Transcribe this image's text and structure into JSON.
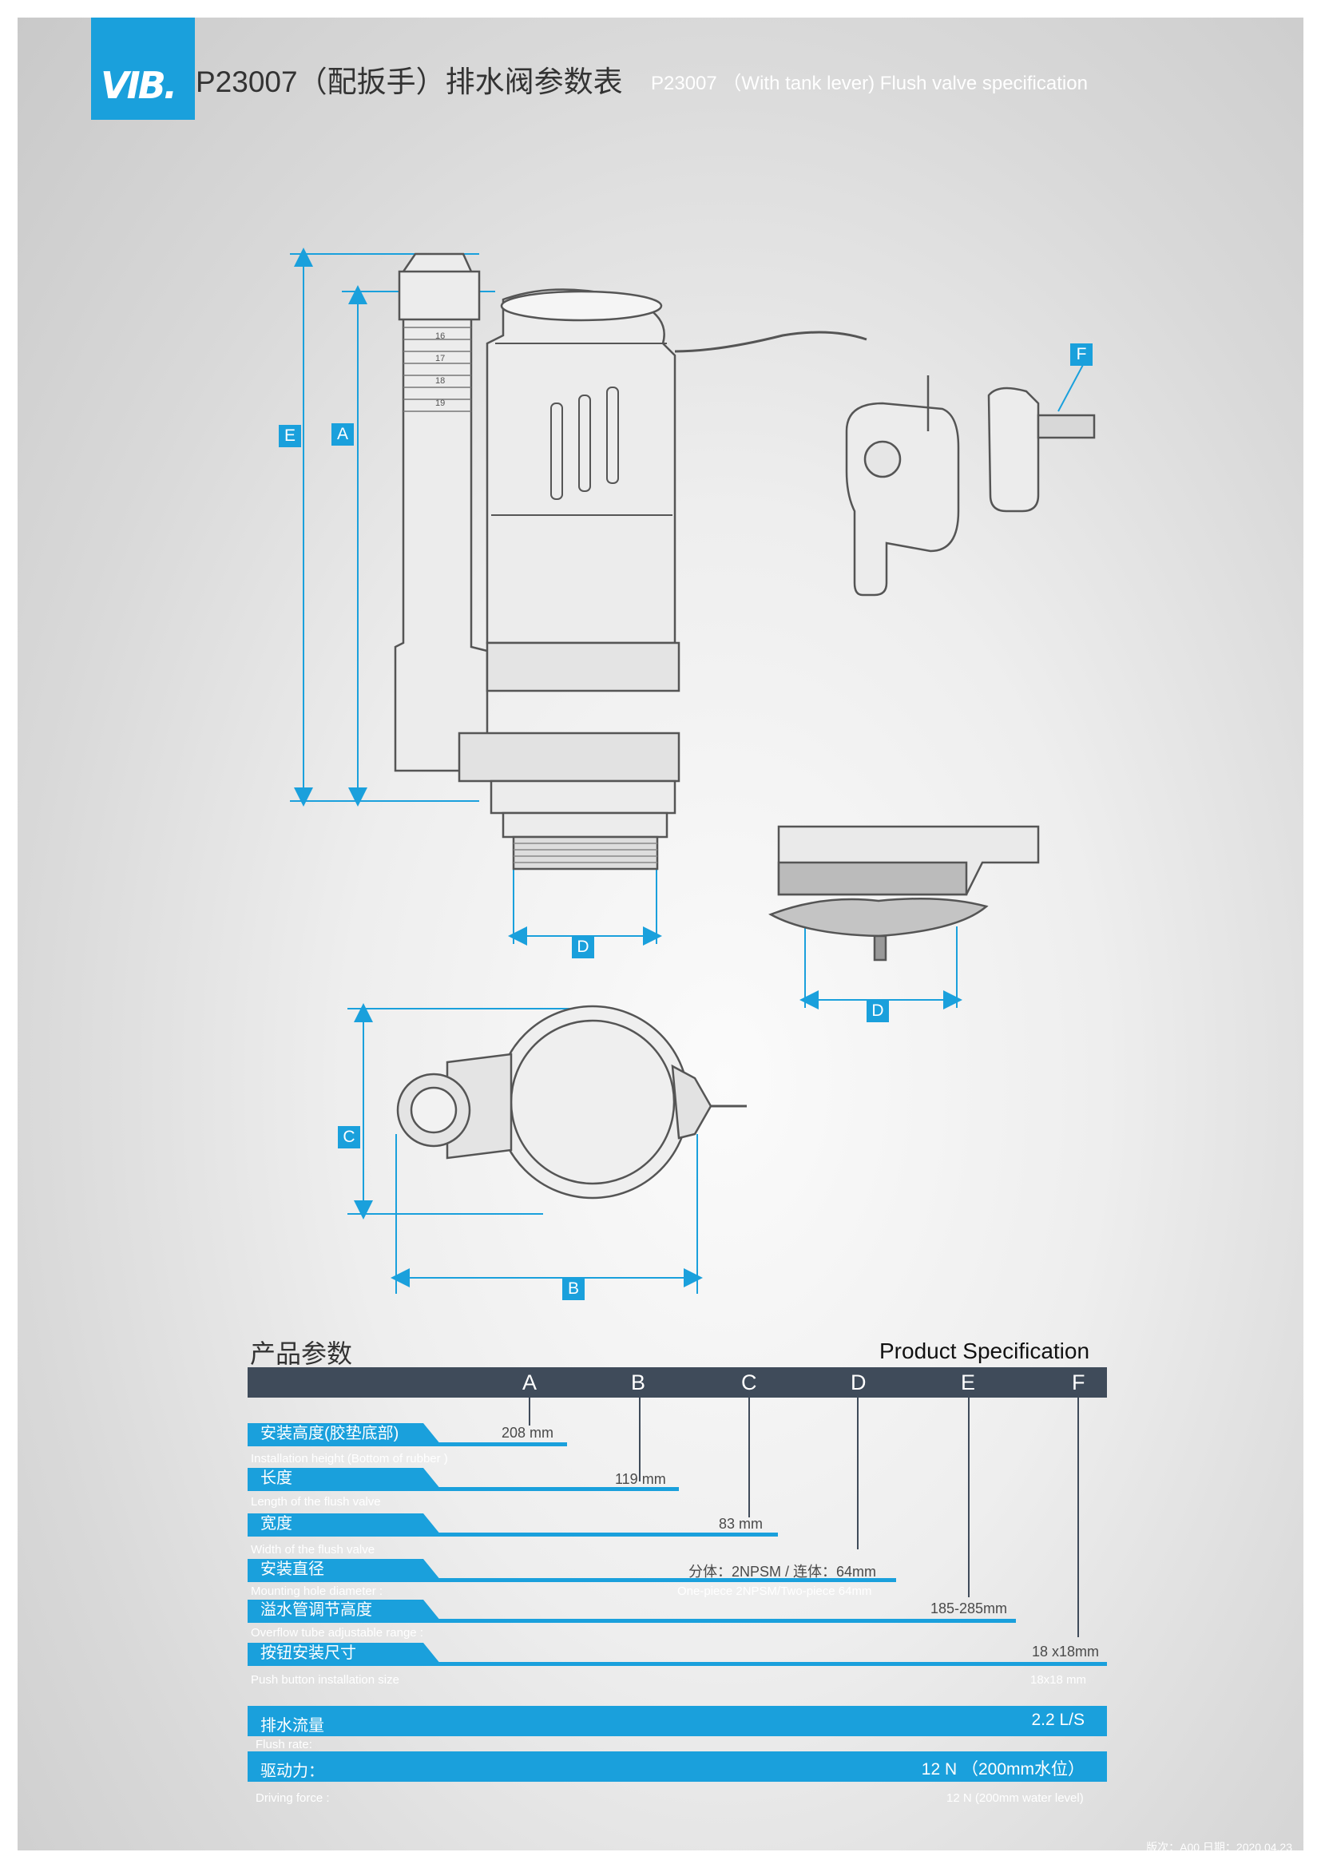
{
  "header": {
    "logo_text": "VIB.",
    "title_cn": "P23007（配扳手）排水阀参数表",
    "title_en": "P23007 （With tank lever) Flush valve specification"
  },
  "figure": {
    "dim_labels": [
      "A",
      "B",
      "C",
      "D",
      "D",
      "E",
      "F"
    ],
    "scale_marks": [
      "16",
      "17",
      "18",
      "19"
    ]
  },
  "spec": {
    "title_cn": "产品参数",
    "title_en": "Product Specification",
    "columns": [
      "A",
      "B",
      "C",
      "D",
      "E",
      "F"
    ],
    "rows": [
      {
        "label_cn": "安装高度(胶垫底部)",
        "label_en": "Installation height (Bottom of rubber )",
        "value": "208 mm",
        "value_sub": ""
      },
      {
        "label_cn": "长度",
        "label_en": "Length of the flush valve",
        "value": "119 mm",
        "value_sub": ""
      },
      {
        "label_cn": "宽度",
        "label_en": "Width of the flush valve",
        "value": "83 mm",
        "value_sub": ""
      },
      {
        "label_cn": "安装直径",
        "label_en": "Mounting hole diameter :",
        "value": "分体：2NPSM / 连体：64mm",
        "value_sub": "One-piece 2NPSM/Two-piece 64mm"
      },
      {
        "label_cn": "溢水管调节高度",
        "label_en": "Overflow tube adjustable range :",
        "value": "185-285mm",
        "value_sub": ""
      },
      {
        "label_cn": "按钮安装尺寸",
        "label_en": "Push button installation size",
        "value": "18 x18mm",
        "value_sub": "18x18 mm"
      }
    ],
    "flush_rate": {
      "label_cn": "排水流量",
      "label_en": "Flush rate:",
      "value": "2.2 L/S"
    },
    "driving_force": {
      "label_cn": "驱动力：",
      "label_en": "Driving force :",
      "value": "12 N （200mm水位）",
      "value_sub": "12 N (200mm water level)"
    }
  },
  "footer": {
    "version": "版次：A00   日期：2020.04.23"
  },
  "colors": {
    "accent": "#1aa0dc",
    "header_bar": "#3f4b5a"
  }
}
